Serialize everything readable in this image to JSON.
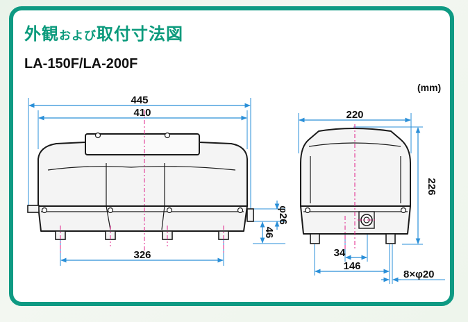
{
  "title": {
    "main_prefix": "外観",
    "small": "および",
    "main_suffix": "取付寸法図"
  },
  "model": "LA-150F/LA-200F",
  "unit": "(mm)",
  "dimensions": {
    "front_total_width": "445",
    "front_body_width": "410",
    "front_feet_span": "326",
    "outlet_diameter": "φ26",
    "outlet_height": "46",
    "side_width": "220",
    "side_height": "226",
    "side_outlet_offset": "34",
    "side_feet_span": "146",
    "foot_holes": "8×φ20"
  },
  "colors": {
    "frame": "#0e9a83",
    "title": "#0b9a7c",
    "dimension_line": "#2a8fd8",
    "center_line": "#e0208a",
    "outline": "#1a1a1a"
  }
}
